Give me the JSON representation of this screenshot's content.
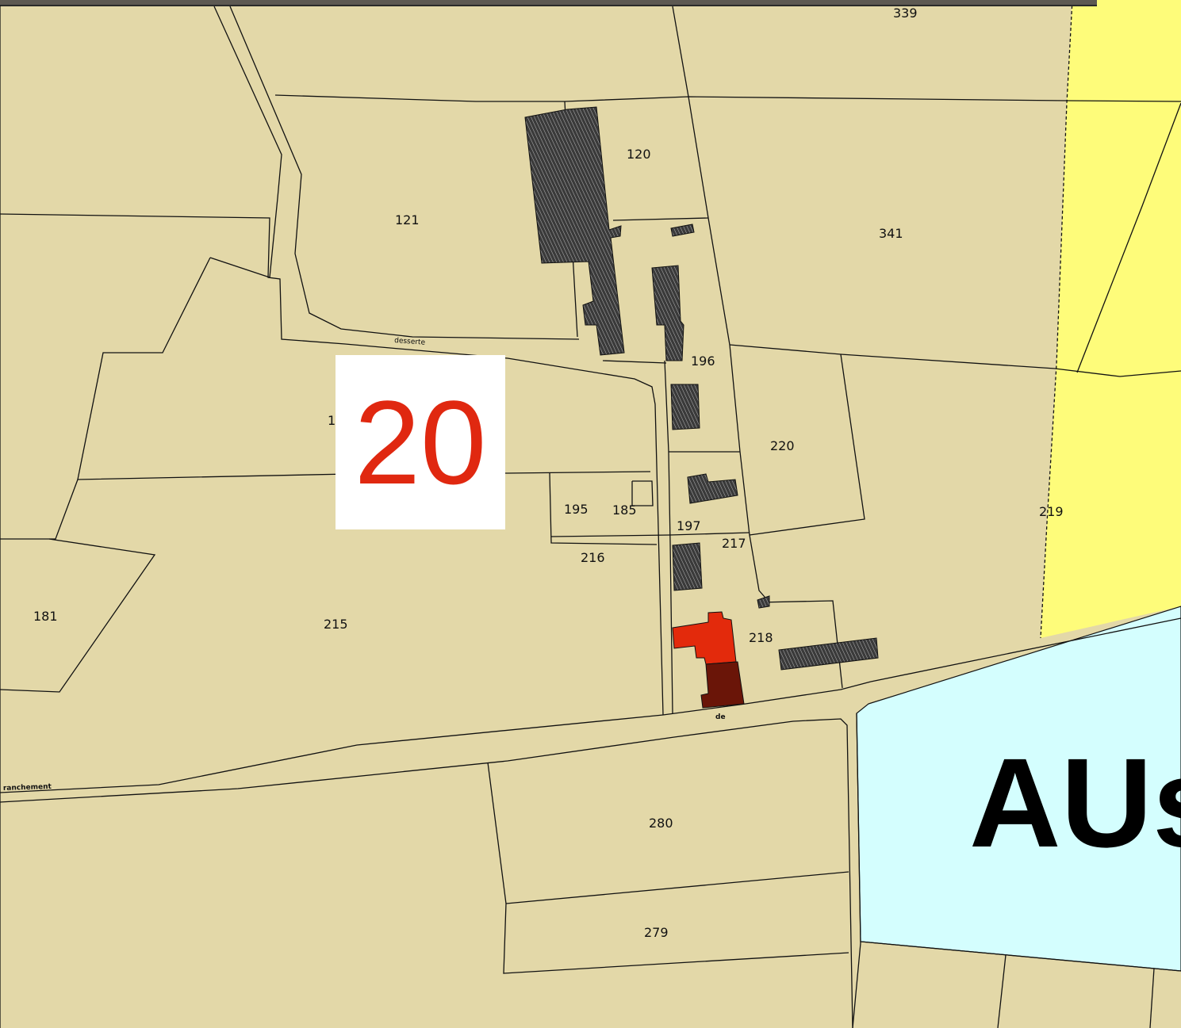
{
  "map": {
    "colors": {
      "parcel_fill": "#e3d8a8",
      "yellow_zone": "#fefc7a",
      "cyan_zone": "#d4fefe",
      "parcel_line": "#111111",
      "highlight_building": "#e32a0c",
      "dark_building": "#6a1508",
      "label_badge_text": "#e02810"
    },
    "parcel_labels": [
      "339",
      "120",
      "121",
      "341",
      "196",
      "220",
      "1",
      "195",
      "185",
      "197",
      "217",
      "216",
      "219",
      "181",
      "215",
      "218",
      "280",
      "279"
    ],
    "road_labels": [
      "desserte",
      "de",
      "ranchement"
    ],
    "zone_label": "AUs",
    "badge_number": "20"
  }
}
